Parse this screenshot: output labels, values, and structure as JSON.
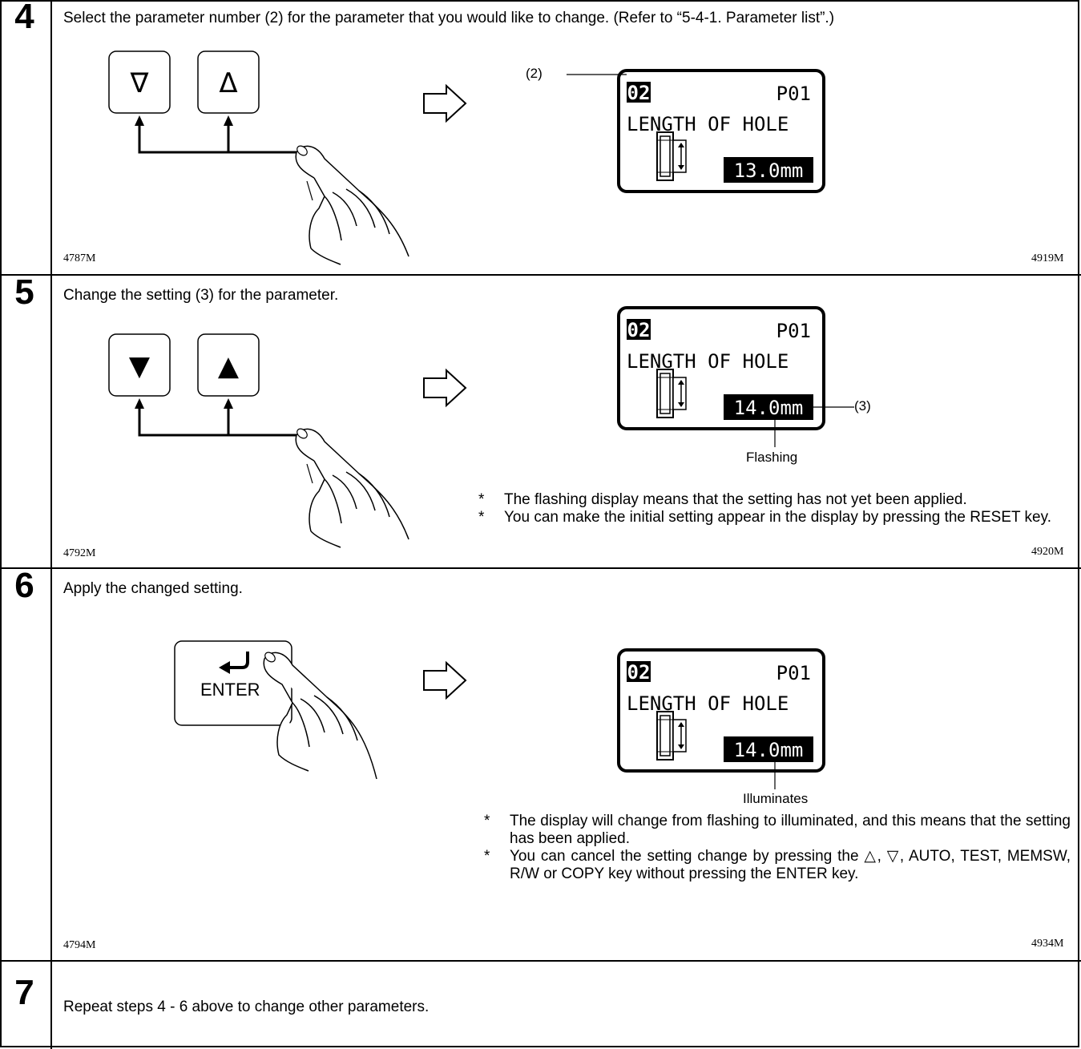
{
  "steps": [
    {
      "number": "4",
      "instruction": "Select the parameter number (2) for the parameter that you would like to change. (Refer to “5-4-1. Parameter list”.)",
      "left_code": "4787M",
      "right_code": "4919M",
      "keys": [
        "∇",
        "Δ"
      ],
      "lcd": {
        "param_no": "02",
        "code": "P01",
        "name": "LENGTH OF HOLE",
        "value": "13.0mm"
      },
      "callout": "(2)"
    },
    {
      "number": "5",
      "instruction": "Change the setting (3) for the parameter.",
      "left_code": "4792M",
      "right_code": "4920M",
      "keys": [
        "▼",
        "▲"
      ],
      "lcd": {
        "param_no": "02",
        "code": "P01",
        "name": "LENGTH OF HOLE",
        "value": "14.0mm"
      },
      "callout": "(3)",
      "status_label": "Flashing",
      "notes": [
        "The flashing display means that the setting has not yet been applied.",
        "You can make the initial setting appear in the display by pressing the RESET key."
      ]
    },
    {
      "number": "6",
      "instruction": "Apply the changed setting.",
      "left_code": "4794M",
      "right_code": "4934M",
      "enter_key": "ENTER",
      "lcd": {
        "param_no": "02",
        "code": "P01",
        "name": "LENGTH OF HOLE",
        "value": "14.0mm"
      },
      "status_label": "Illuminates",
      "notes": [
        "The display will change from flashing to illuminated, and this means that the setting has been applied.",
        "You can cancel the setting change by pressing the △, ▽, AUTO, TEST, MEMSW, R/W or COPY key without pressing the ENTER key."
      ]
    },
    {
      "number": "7",
      "instruction": "Repeat steps 4 - 6 above to change other parameters."
    }
  ],
  "note_marker": "*"
}
